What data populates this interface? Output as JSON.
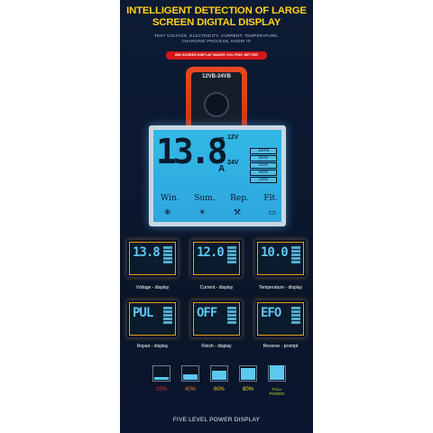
{
  "header": {
    "title_line1": "INTELLIGENT DETECTION OF LARGE",
    "title_line2": "SCREEN DIGITAL DISPLAY",
    "sub_line1": "TEST VOLTAGE, ELECTRICITY, CURRENT, TEMPERATURE,",
    "sub_line2": "CHARGING PROCESS, KNOW IT!",
    "pill": "BIG SCREEN DISPLAY MAKES YOU FEEL BETTER"
  },
  "device": {
    "label": "12VB-24VB"
  },
  "lcd": {
    "digits": "13.8",
    "unit_c": "C",
    "unit_v": "V",
    "unit_a": "A",
    "volt_12": "12V",
    "volt_24": "24V",
    "levels": [
      "100%",
      "80%",
      "60%",
      "40%",
      "20%"
    ],
    "modes": [
      "Win.",
      "Sum.",
      "Rep.",
      "Flt."
    ]
  },
  "panels": [
    {
      "digits": "13.8",
      "caption": "Voltage - display"
    },
    {
      "digits": "12.0",
      "caption": "Current - display"
    },
    {
      "digits": "10.0",
      "caption": "Temperature - display"
    },
    {
      "digits": "PUL",
      "caption": "Repair - display"
    },
    {
      "digits": "OFF",
      "caption": "Finish - display"
    },
    {
      "digits": "EFO",
      "caption": "Reverse - prompt"
    }
  ],
  "power_levels": [
    {
      "label": "20%",
      "color": "#e23030",
      "fill": 0.2
    },
    {
      "label": "40%",
      "color": "#f07a1a",
      "fill": 0.4
    },
    {
      "label": "60%",
      "color": "#f2c21a",
      "fill": 0.6
    },
    {
      "label": "80%",
      "color": "#e8e020",
      "fill": 0.8
    },
    {
      "label": "FULL POWER",
      "color": "#9de020",
      "fill": 1.0
    }
  ],
  "footer": {
    "title": "FIVE LEVEL POWER DISPLAY"
  },
  "colors": {
    "accent": "#ffd21a",
    "lcd": "#33b8e6",
    "pill": "#d41818"
  }
}
